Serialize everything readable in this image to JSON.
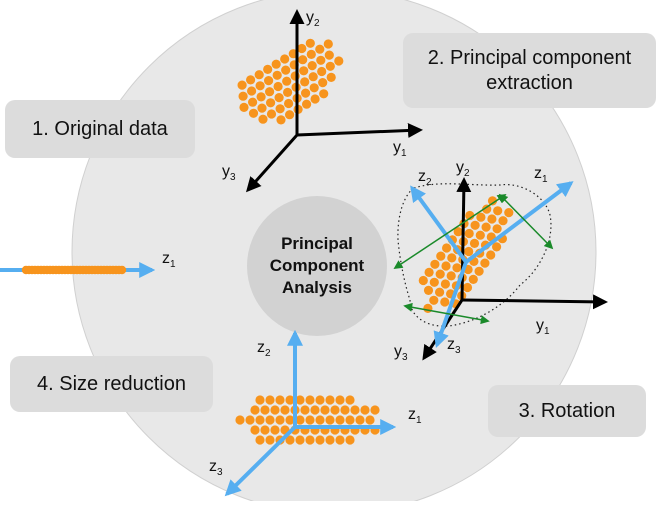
{
  "center": {
    "line1": "Principal",
    "line2": "Component",
    "line3": "Analysis"
  },
  "steps": [
    {
      "label": "1. Original data"
    },
    {
      "line1": "2. Principal component",
      "line2": "extraction"
    },
    {
      "label": "3. Rotation"
    },
    {
      "label": "4. Size reduction"
    }
  ],
  "axes": {
    "y1": {
      "base": "y",
      "sub": "1"
    },
    "y2": {
      "base": "y",
      "sub": "2"
    },
    "y3": {
      "base": "y",
      "sub": "3"
    },
    "z1": {
      "base": "z",
      "sub": "1"
    },
    "z2": {
      "base": "z",
      "sub": "2"
    },
    "z3": {
      "base": "z",
      "sub": "3"
    }
  },
  "colors": {
    "dot": "#f7941d",
    "axis_black": "#000000",
    "axis_blue": "#56aef0",
    "arrow_green": "#1a8a2a",
    "big_circle": "#e8e8e8",
    "center_circle": "#d2d2d2",
    "box": "#dcdcdc"
  }
}
